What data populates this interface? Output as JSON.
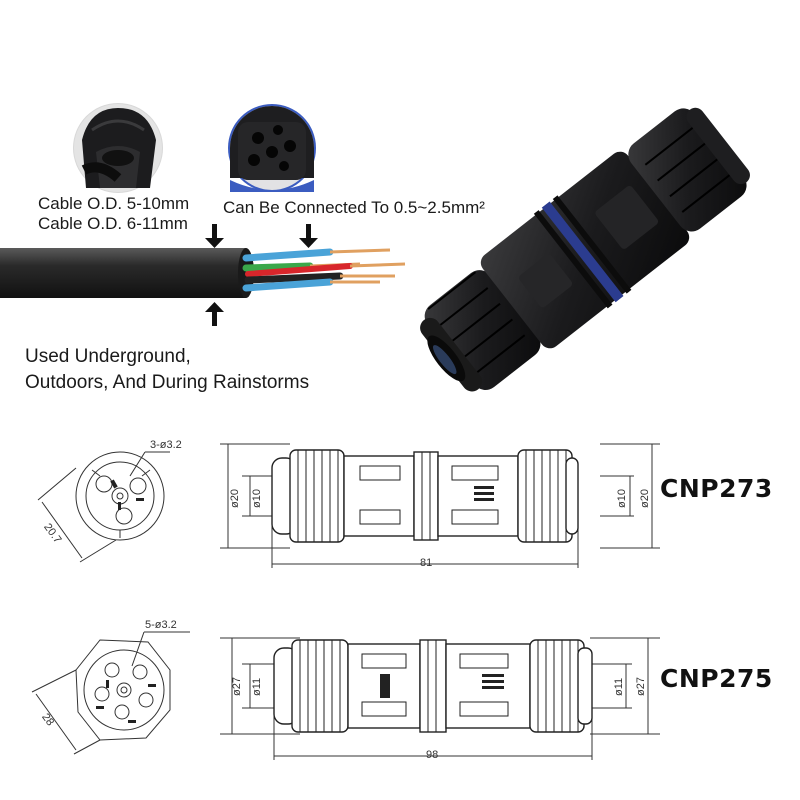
{
  "features": {
    "cable_od_line1": "Cable O.D. 5-10mm",
    "cable_od_line2": "Cable O.D. 6-11mm",
    "wire_range": "Can Be Connected To 0.5~2.5mm²",
    "usage_line1": "Used Underground,",
    "usage_line2": "Outdoors, And During Rainstorms"
  },
  "models": [
    {
      "name": "CNP273",
      "holes": "3-ø3.2",
      "face_size": "20.7",
      "length": "81",
      "body_dia": "ø20",
      "cable_dia": "ø10"
    },
    {
      "name": "CNP275",
      "holes": "5-ø3.2",
      "face_size": "28",
      "length": "98",
      "body_dia": "ø27",
      "cable_dia": "ø11"
    }
  ],
  "colors": {
    "connector_black": "#1b1b1d",
    "seal_ring_blue": "#2b3c8f",
    "cable_sheath": "#2a2a2a",
    "wire_blue": "#4aa3d8",
    "wire_green": "#3aa84a",
    "wire_red": "#d8262b",
    "wire_copper": "#e0a060"
  },
  "icons": [
    "down-arrow-icon",
    "up-arrow-icon"
  ]
}
